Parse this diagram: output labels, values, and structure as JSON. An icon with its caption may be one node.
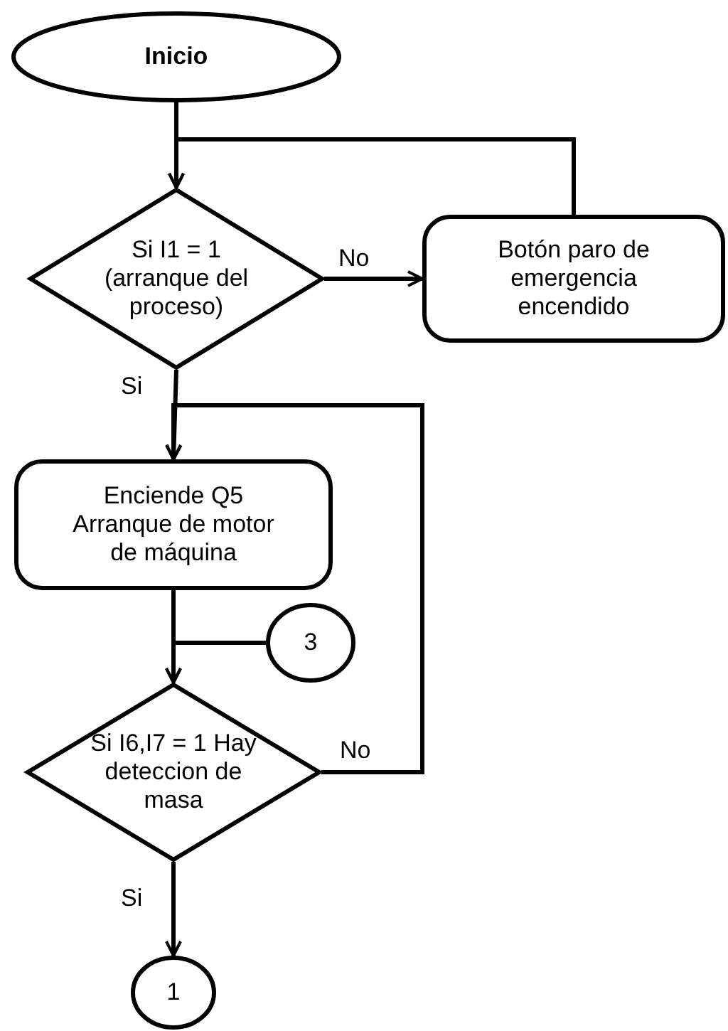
{
  "diagram": {
    "nodes": [
      {
        "text": [
          "Inicio"
        ]
      },
      {
        "text": [
          "Si I1 = 1 (arranque del proceso)"
        ]
      },
      {
        "text": [
          "Botón paro de emergencia encendido"
        ]
      },
      {
        "text": [
          "Enciende Q5 Arranque de motor de máquina"
        ]
      },
      {
        "text": [
          "3"
        ]
      },
      {
        "text": [
          "Si I6,I7 = 1 Hay deteccion de masa"
        ]
      },
      {
        "text": [
          "1"
        ]
      }
    ],
    "edges": [
      {
        "from": 0,
        "to": 1,
        "arrow": "to"
      },
      {
        "from": 1,
        "to": 2,
        "arrow": "to",
        "label": "No"
      },
      {
        "from": 2,
        "to": 1,
        "arrow": "to"
      },
      {
        "from": 1,
        "to": 3,
        "arrow": "to",
        "label": "Si"
      },
      {
        "from": 5,
        "to": 3,
        "arrow": "to",
        "label": "No"
      },
      {
        "from": 3,
        "to": 5,
        "arrow": "to"
      },
      {
        "from": 4,
        "to": 5,
        "arrow": "to"
      },
      {
        "from": 5,
        "to": 6,
        "arrow": "to",
        "label": "Si"
      }
    ]
  }
}
